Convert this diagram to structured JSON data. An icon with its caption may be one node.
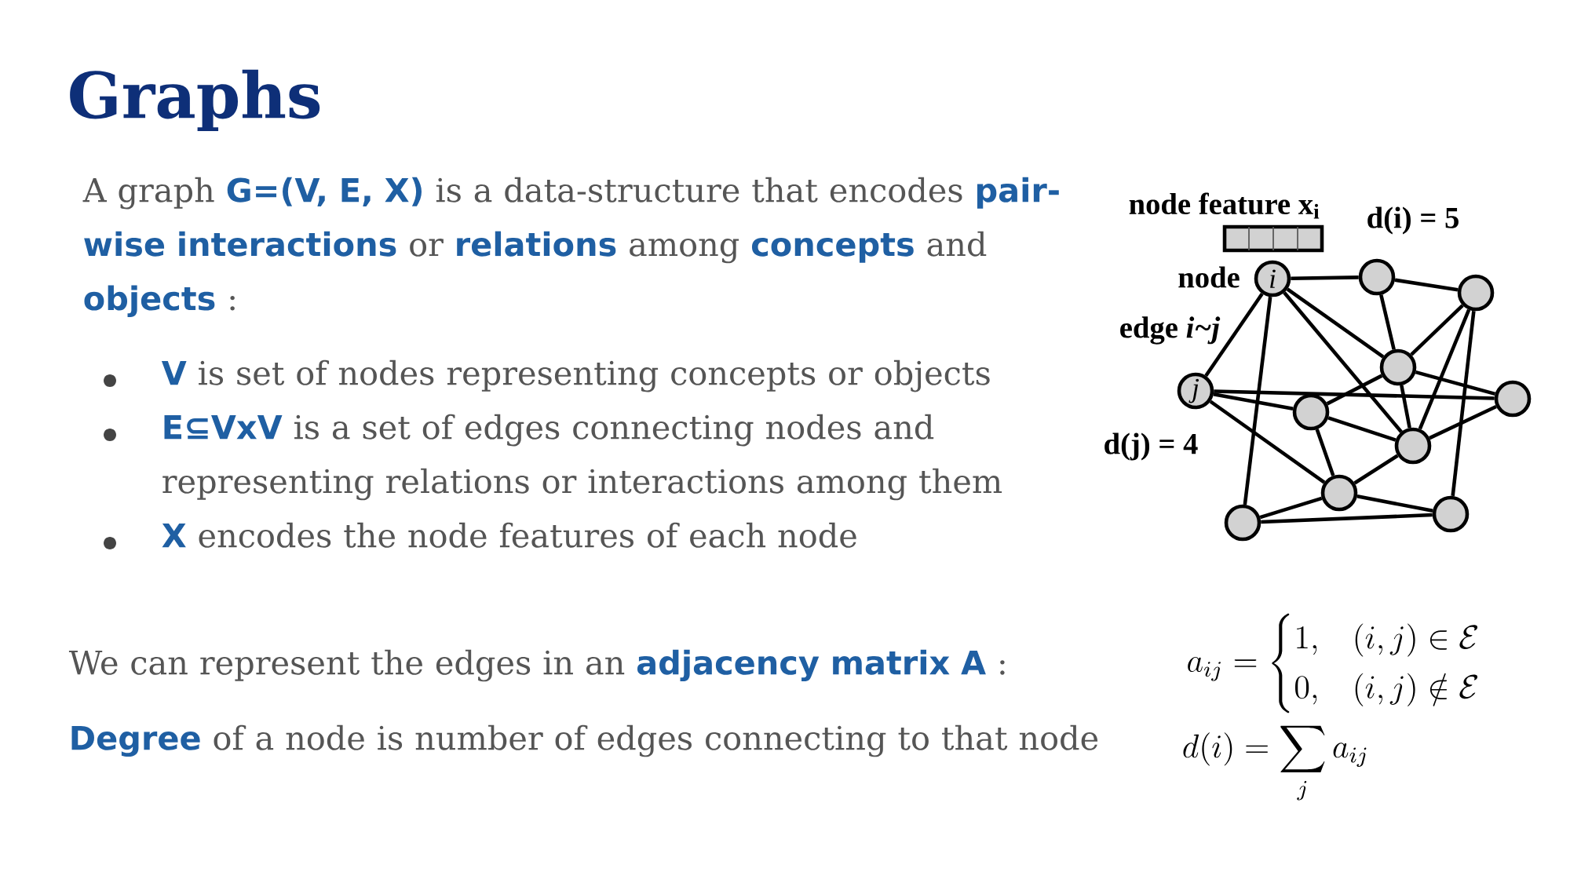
{
  "diagram": {
    "title": "Graphs",
    "nodes": [
      {
        "text": [
          "i"
        ],
        "beside": [
          "node"
        ]
      },
      {
        "text": [],
        "shape": "circle"
      },
      {
        "text": [],
        "shape": "circle"
      },
      {
        "text": [],
        "shape": "circle"
      },
      {
        "text": [
          "j"
        ],
        "beside": [
          "d(j) = 4"
        ]
      },
      {
        "text": [],
        "shape": "circle"
      },
      {
        "text": [],
        "shape": "circle"
      },
      {
        "text": [],
        "shape": "circle"
      },
      {
        "text": [],
        "shape": "circle"
      },
      {
        "text": [],
        "shape": "circle"
      },
      {
        "text": [],
        "shape": "circle"
      }
    ],
    "edges": [
      {
        "from": 0,
        "to": 1,
        "arrow": "none"
      },
      {
        "from": 0,
        "to": 4,
        "arrow": "none",
        "label": "edge *i~j*"
      },
      {
        "from": 0,
        "to": 10,
        "arrow": "none"
      },
      {
        "from": 0,
        "to": 3,
        "arrow": "none"
      },
      {
        "from": 0,
        "to": 7,
        "arrow": "none"
      },
      {
        "from": 1,
        "to": 2,
        "arrow": "none"
      },
      {
        "from": 1,
        "to": 3,
        "arrow": "none"
      },
      {
        "from": 2,
        "to": 3,
        "arrow": "none"
      },
      {
        "from": 2,
        "to": 7,
        "arrow": "none"
      },
      {
        "from": 2,
        "to": 9,
        "arrow": "none"
      },
      {
        "from": 3,
        "to": 6,
        "arrow": "none"
      },
      {
        "from": 3,
        "to": 7,
        "arrow": "none"
      },
      {
        "from": 3,
        "to": 5,
        "arrow": "none"
      },
      {
        "from": 4,
        "to": 5,
        "arrow": "none"
      },
      {
        "from": 4,
        "to": 6,
        "arrow": "none"
      },
      {
        "from": 4,
        "to": 8,
        "arrow": "none"
      },
      {
        "from": 6,
        "to": 7,
        "arrow": "none"
      },
      {
        "from": 6,
        "to": 8,
        "arrow": "none"
      },
      {
        "from": 5,
        "to": 7,
        "arrow": "none"
      },
      {
        "from": 7,
        "to": 8,
        "arrow": "none"
      },
      {
        "from": 8,
        "to": 10,
        "arrow": "none"
      },
      {
        "from": 8,
        "to": 9,
        "arrow": "none"
      },
      {
        "from": 10,
        "to": 9,
        "arrow": "none"
      }
    ],
    "labels": [
      "A graph **G=(V, E, X)** is a data-structure that encodes **pair-wise interactions** or **relations** among **concepts** and **objects** :",
      "**V** is set of nodes representing concepts or objects",
      "**E⊆VxV** is a set of edges connecting nodes and representing relations or interactions among them",
      "**X** encodes the node features of each node",
      "node feature x$_{i}$",
      "d(i) = 5",
      "We can represent the edges in an **adjacency matrix A** :",
      "a_{ij} = \\begin{cases} 1, & (i,j) \\in \\mathcal{E} \\\\ 0, & (i,j) \\notin \\mathcal{E} \\end{cases}",
      "**Degree** of a node is number of edges connecting to that node",
      "d(i) = \\sum_{j} a_{ij}"
    ]
  }
}
